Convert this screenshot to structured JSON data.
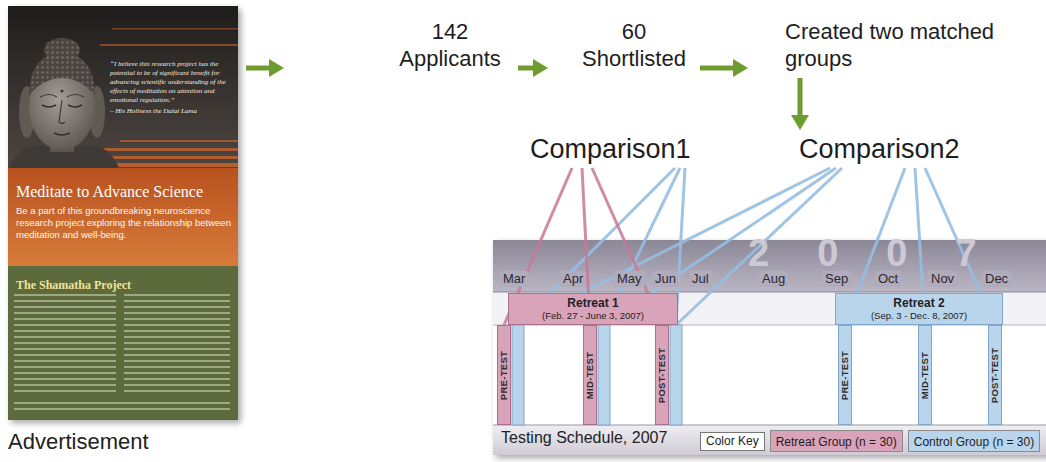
{
  "diagram": {
    "nodes": [
      {
        "text": [
          "“I believe this research project has the potential to be of significant benefit for advancing scientific understanding of the effects of meditation on attention and emotional regulation.”",
          "– His Holiness the Dalai Lama",
          "Meditate to Advance Science",
          "Be a part of this groundbreaking neuroscience research project exploring the relationship between meditation and well-being.",
          "The Shamatha Project",
          "Advertisement"
        ]
      },
      {
        "text": [
          "142 Applicants"
        ]
      },
      {
        "text": [
          "60 Shortlisted"
        ]
      },
      {
        "text": [
          "Created two matched groups"
        ]
      },
      {
        "text": [
          "Comparison1"
        ]
      },
      {
        "text": [
          "Comparison2"
        ]
      },
      {
        "text": [
          "Testing Schedule, 2007"
        ]
      },
      {
        "text": [
          "Retreat 1",
          "(Feb. 27 - June 3, 2007)"
        ],
        "in": 6
      },
      {
        "text": [
          "Retreat 2",
          "(Sep. 3 - Dec. 8, 2007)"
        ],
        "in": 6
      },
      {
        "text": [
          "PRE-TEST"
        ],
        "in": 6
      },
      {
        "text": [
          "MID-TEST"
        ],
        "in": 6
      },
      {
        "text": [
          "POST-TEST"
        ],
        "in": 6
      },
      {
        "text": [
          "PRE-TEST"
        ],
        "in": 6
      },
      {
        "text": [
          "MID-TEST"
        ],
        "in": 6
      },
      {
        "text": [
          "POST-TEST"
        ],
        "in": 6
      }
    ],
    "edges": [
      {
        "from": 0,
        "to": 1,
        "arrow": "to"
      },
      {
        "from": 1,
        "to": 2,
        "arrow": "to"
      },
      {
        "from": 2,
        "to": 3,
        "arrow": "to"
      },
      {
        "from": 3,
        "to": 5,
        "arrow": "to"
      },
      {
        "from": 4,
        "to": 9,
        "arrow": "none"
      },
      {
        "from": 4,
        "to": 10,
        "arrow": "none"
      },
      {
        "from": 4,
        "to": 11,
        "arrow": "none"
      },
      {
        "from": 5,
        "to": 12,
        "arrow": "none"
      },
      {
        "from": 5,
        "to": 13,
        "arrow": "none"
      },
      {
        "from": 5,
        "to": 14,
        "arrow": "none"
      }
    ],
    "labels": [
      "Mar",
      "Apr",
      "May",
      "Jun",
      "Jul",
      "Aug",
      "Sep",
      "Oct",
      "Nov",
      "Dec",
      "2007",
      "Color Key"
    ],
    "legend": [
      {
        "text": "Retreat Group (n = 30)",
        "color": "#d9a3ba"
      },
      {
        "text": "Control Group (n = 30)",
        "color": "#b9d5ec"
      }
    ]
  }
}
